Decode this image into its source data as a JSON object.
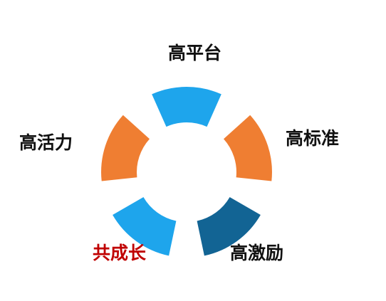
{
  "segments": [
    {
      "label": "高平台",
      "color": "#1ea5ec",
      "emphasis": false
    },
    {
      "label": "高标准",
      "color": "#ef7e32",
      "emphasis": false
    },
    {
      "label": "高激励",
      "color": "#126494",
      "emphasis": false
    },
    {
      "label": "共成长",
      "color": "#1ea5ec",
      "emphasis": true,
      "label_color": "#c00000"
    },
    {
      "label": "高活力",
      "color": "#ef7e32",
      "emphasis": false
    }
  ]
}
